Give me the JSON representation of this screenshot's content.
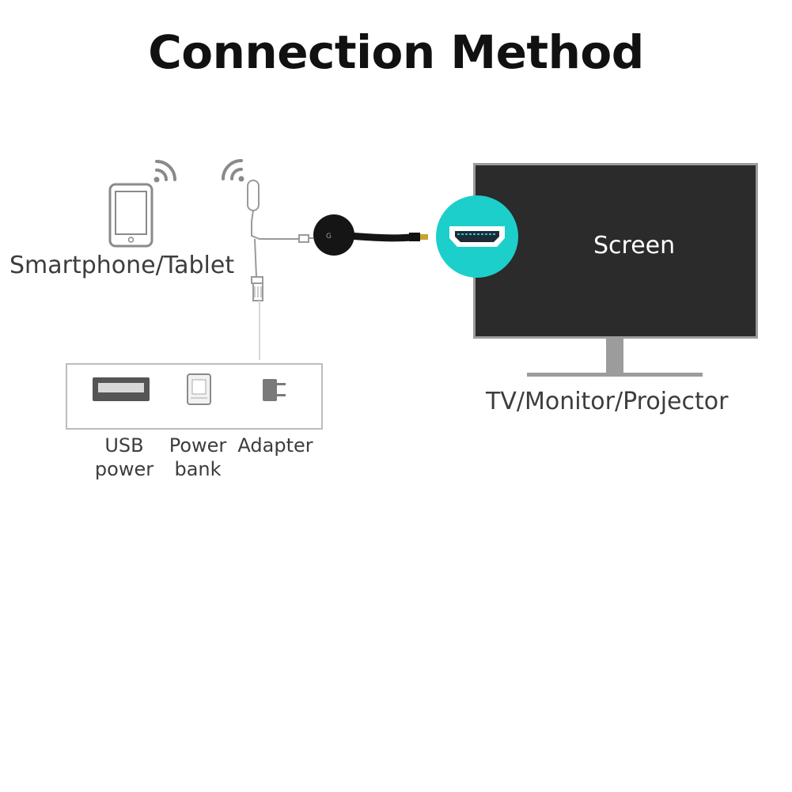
{
  "title": "Connection Method",
  "labels": {
    "smartphone_tablet": "Smartphone/Tablet",
    "screen": "Screen",
    "tv_monitor_projector": "TV/Monitor/Projector",
    "usb_power_line1": "USB",
    "usb_power_line2": "power",
    "power_bank_line1": "Power",
    "power_bank_line2": "bank",
    "adapter": "Adapter"
  },
  "icons": {
    "phone": "tablet-icon",
    "wifi": "wifi-icon",
    "dongle": "hdmi-dongle-icon",
    "hdmi_port": "hdmi-port-icon",
    "usb_port": "usb-port-icon",
    "power_bank": "power-bank-icon",
    "adapter": "plug-adapter-icon",
    "tv": "tv-icon"
  },
  "colors": {
    "hdmi_badge": "#1dcfca",
    "screen": "#2b2b2b",
    "dongle": "#151515"
  }
}
